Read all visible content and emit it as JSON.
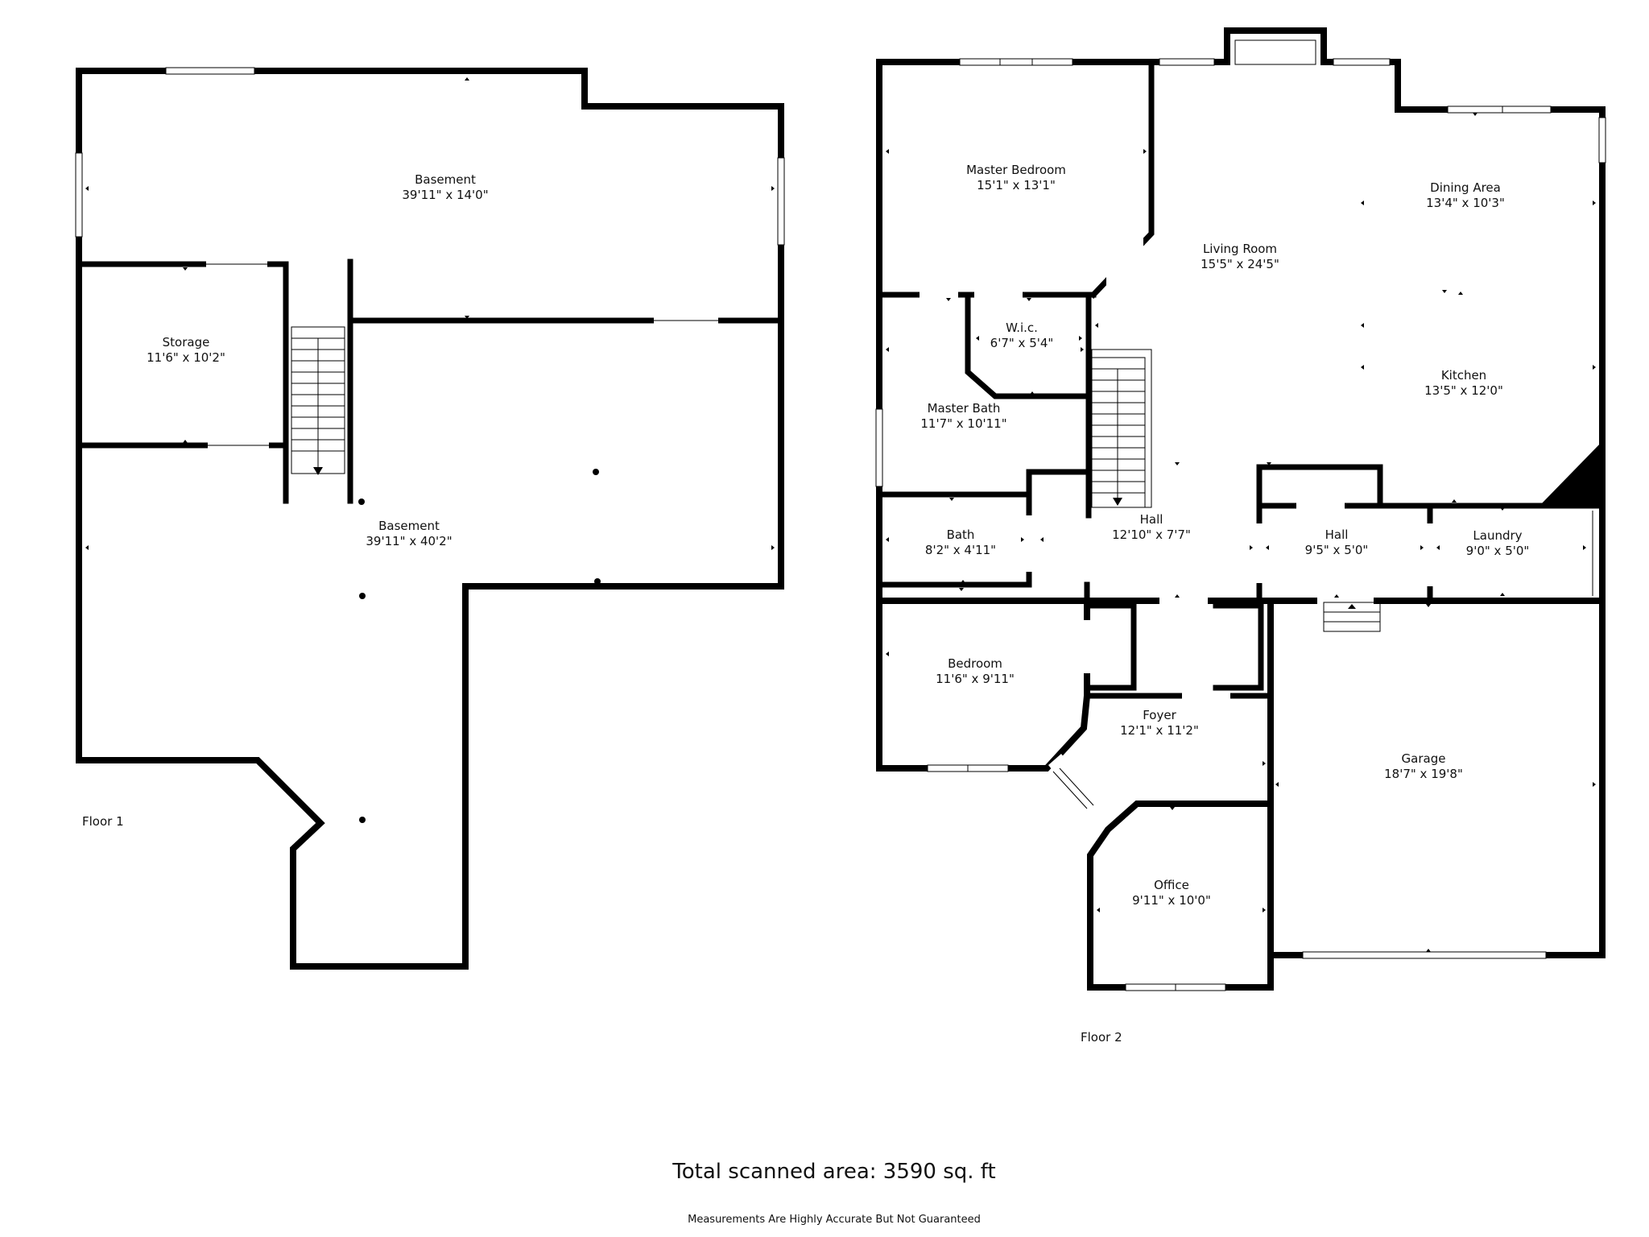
{
  "floors": [
    {
      "label": "Floor 1",
      "rooms": [
        {
          "name": "Basement",
          "dims": "39'11\" x 14'0\""
        },
        {
          "name": "Storage",
          "dims": "11'6\" x 10'2\""
        },
        {
          "name": "Basement",
          "dims": "39'11\" x 40'2\""
        }
      ]
    },
    {
      "label": "Floor 2",
      "rooms": [
        {
          "name": "Master Bedroom",
          "dims": "15'1\" x 13'1\""
        },
        {
          "name": "Living Room",
          "dims": "15'5\" x 24'5\""
        },
        {
          "name": "Dining Area",
          "dims": "13'4\" x 10'3\""
        },
        {
          "name": "W.i.c.",
          "dims": "6'7\" x 5'4\""
        },
        {
          "name": "Kitchen",
          "dims": "13'5\" x 12'0\""
        },
        {
          "name": "Master Bath",
          "dims": "11'7\" x 10'11\""
        },
        {
          "name": "Hall",
          "dims": "12'10\" x 7'7\""
        },
        {
          "name": "Bath",
          "dims": "8'2\" x 4'11\""
        },
        {
          "name": "Hall",
          "dims": "9'5\" x 5'0\""
        },
        {
          "name": "Laundry",
          "dims": "9'0\" x 5'0\""
        },
        {
          "name": "Bedroom",
          "dims": "11'6\" x 9'11\""
        },
        {
          "name": "Foyer",
          "dims": "12'1\" x 11'2\""
        },
        {
          "name": "Garage",
          "dims": "18'7\" x 19'8\""
        },
        {
          "name": "Office",
          "dims": "9'11\" x 10'0\""
        }
      ]
    }
  ],
  "footer": {
    "total": "Total scanned area: 3590 sq. ft",
    "disclaimer": "Measurements Are Highly Accurate But Not Guaranteed"
  }
}
